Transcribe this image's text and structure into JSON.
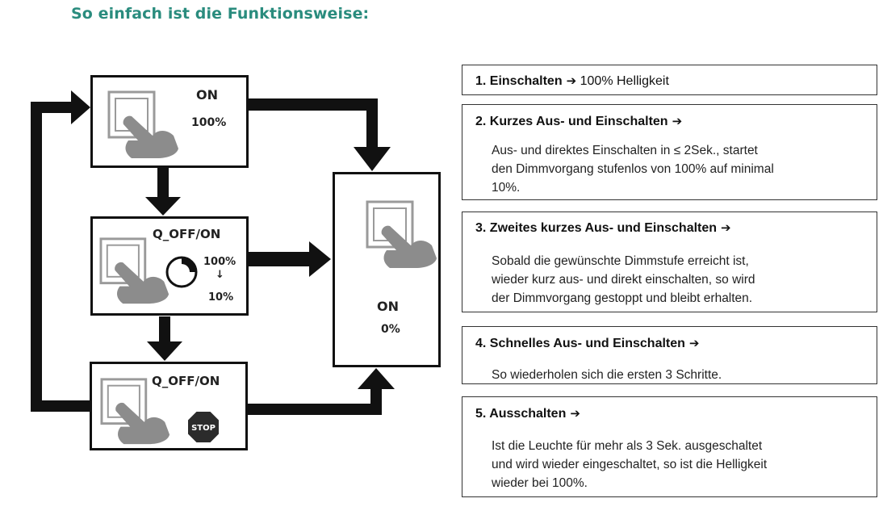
{
  "page": {
    "title": "So einfach ist die Funktionsweise:"
  },
  "diagram": {
    "box1": {
      "line1": "ON",
      "line2": "100%"
    },
    "box2": {
      "label": "Q_OFF/ON",
      "from": "100%",
      "down_arrow": "↓",
      "to": "10%"
    },
    "box3": {
      "label": "Q_OFF/ON",
      "stop_sign": "STOP"
    },
    "box4": {
      "line1": "ON",
      "line2": "0%"
    },
    "colors": {
      "arrow": "#111111",
      "hand": "#8c8c8c",
      "stop_sign": "#2b2b2b"
    }
  },
  "steps": [
    {
      "title": "1. Einschalten",
      "arrow": "➔",
      "inline": "100% Helligkeit",
      "body": []
    },
    {
      "title": "2. Kurzes Aus- und Einschalten",
      "arrow": "➔",
      "inline": "",
      "body": [
        "Aus- und direktes Einschalten in ≤ 2Sek., startet",
        "den Dimmvorgang stufenlos von 100% auf minimal",
        "10%."
      ]
    },
    {
      "title": "3. Zweites kurzes Aus- und Einschalten",
      "arrow": "➔",
      "inline": "",
      "body": [
        "Sobald die gewünschte Dimmstufe erreicht ist,",
        "wieder kurz aus- und direkt einschalten, so wird",
        "der Dimmvorgang gestoppt und bleibt erhalten."
      ]
    },
    {
      "title": "4. Schnelles Aus- und Einschalten",
      "arrow": "➔",
      "inline": "",
      "body": [
        "So wiederholen sich die ersten 3 Schritte."
      ]
    },
    {
      "title": "5. Ausschalten",
      "arrow": "➔",
      "inline": "",
      "body": [
        "Ist die Leuchte für mehr als 3 Sek. ausgeschaltet",
        "und wird wieder eingeschaltet, so ist die Helligkeit",
        "wieder bei 100%."
      ]
    }
  ]
}
